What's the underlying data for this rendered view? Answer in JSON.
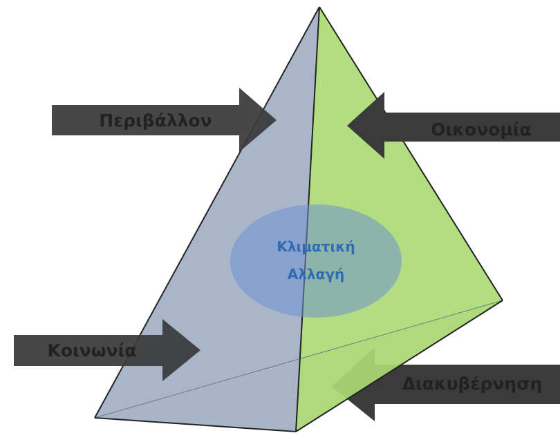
{
  "center": {
    "line1": "Κλιματική",
    "line2": "Αλλαγή"
  },
  "arrows": {
    "environment": "Περιβάλλον",
    "economy": "Οικονομία",
    "society": "Κοινωνία",
    "governance": "Διακυβέρνηση"
  },
  "colors": {
    "left_face": "#a6b4c8",
    "right_face": "#a6d96a",
    "bottom_face": "#bcc4cc",
    "ellipse": "#6f8fd0",
    "arrow": "#3b3b3b",
    "center_text": "#2e6db4"
  }
}
